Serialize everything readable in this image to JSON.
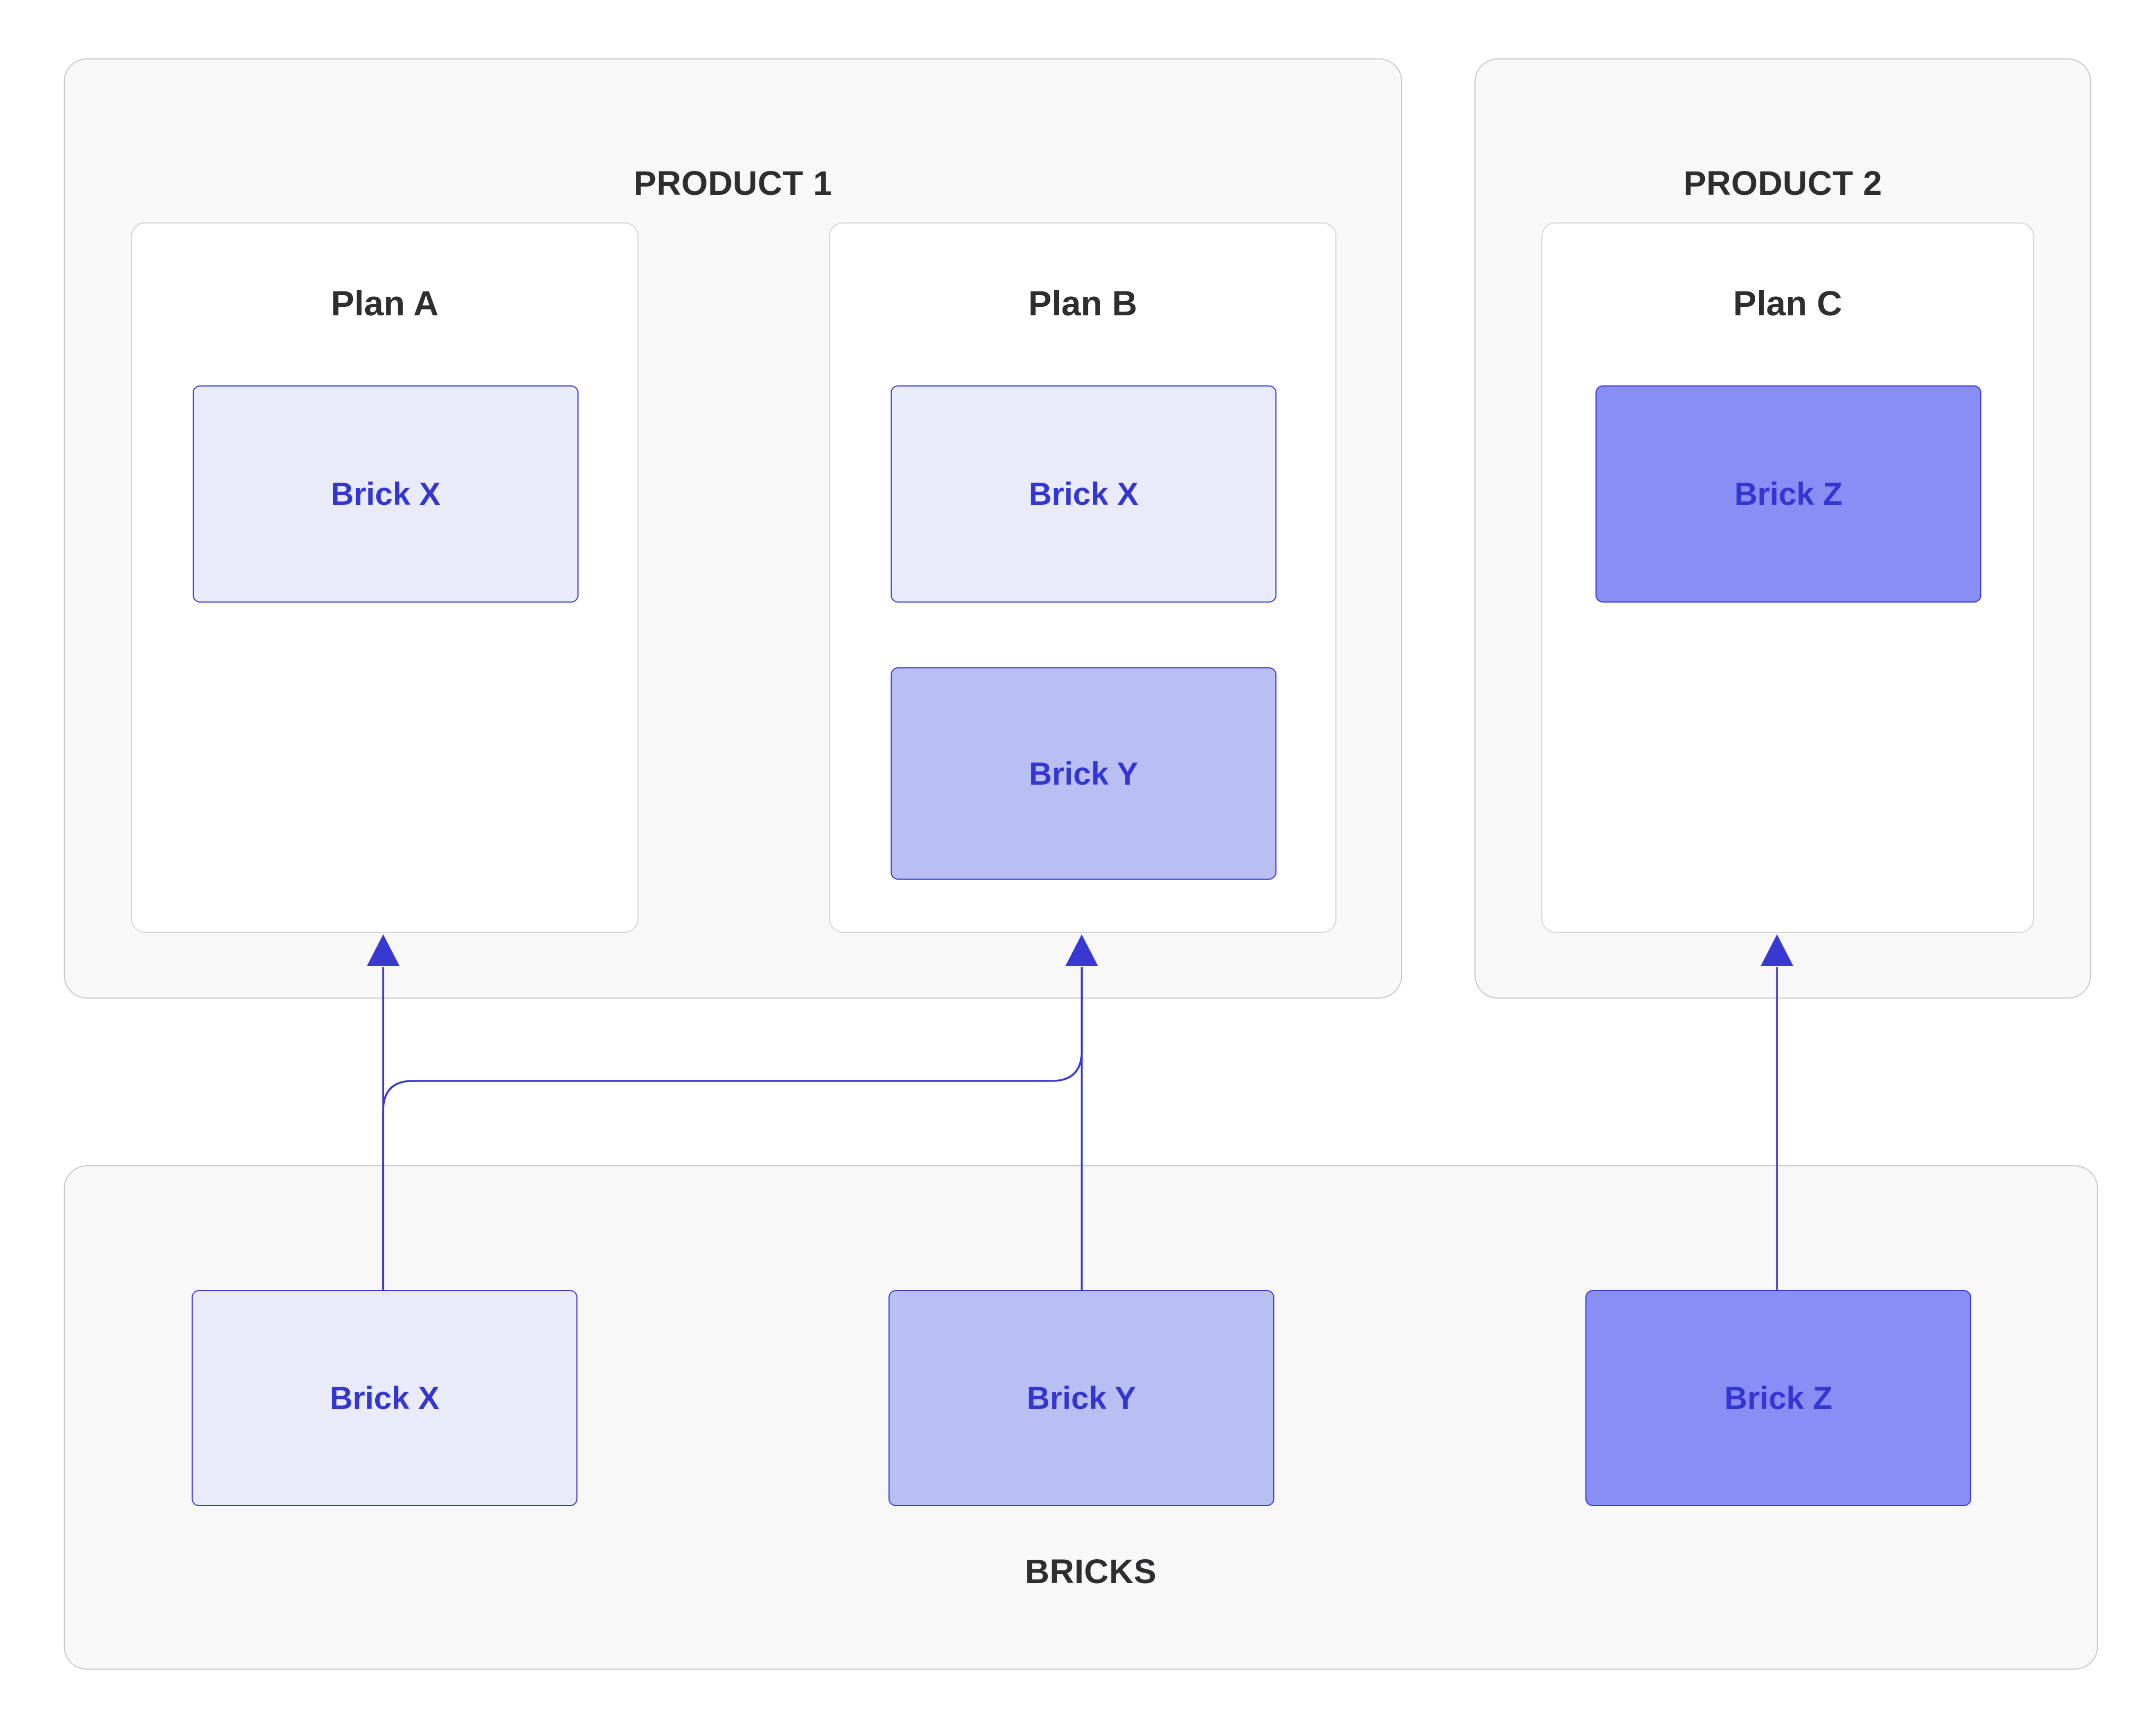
{
  "products": [
    {
      "label": "PRODUCT 1",
      "plans": [
        {
          "label": "Plan A",
          "bricks": [
            {
              "label": "Brick X",
              "variant": "light"
            }
          ]
        },
        {
          "label": "Plan B",
          "bricks": [
            {
              "label": "Brick X",
              "variant": "light"
            },
            {
              "label": "Brick Y",
              "variant": "medium"
            }
          ]
        }
      ]
    },
    {
      "label": "PRODUCT 2",
      "plans": [
        {
          "label": "Plan C",
          "bricks": [
            {
              "label": "Brick Z",
              "variant": "strong"
            }
          ]
        }
      ]
    }
  ],
  "bricks_pool": {
    "label": "BRICKS",
    "bricks": [
      {
        "label": "Brick X",
        "variant": "light"
      },
      {
        "label": "Brick Y",
        "variant": "medium"
      },
      {
        "label": "Brick Z",
        "variant": "strong"
      }
    ]
  },
  "edges": [
    {
      "from": "Brick X",
      "to": "Plan A"
    },
    {
      "from": "Brick X",
      "to": "Plan B"
    },
    {
      "from": "Brick Y",
      "to": "Plan B"
    },
    {
      "from": "Brick Z",
      "to": "Plan C"
    }
  ],
  "colors": {
    "accent": "#3938d2",
    "brick-text": "#3336d0",
    "brick-light": "#eaebfa",
    "brick-medium": "#b9bff3",
    "brick-strong": "#888ef3",
    "container-bg": "#f8f8f9",
    "container-border": "#c7c8cc",
    "card-border": "#d4d5da",
    "heading-text": "#2e2e30"
  }
}
